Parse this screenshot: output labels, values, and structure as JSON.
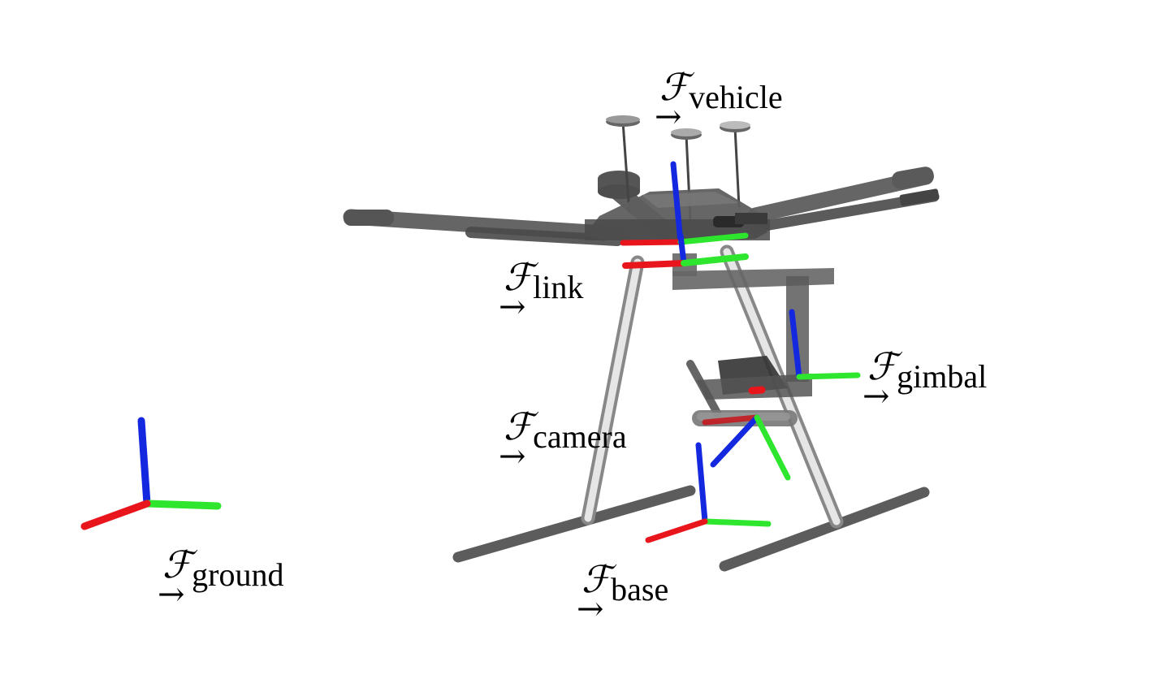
{
  "frames": {
    "symbol": "ℱ",
    "arrow": "→",
    "vehicle": "vehicle",
    "link": "link",
    "gimbal": "gimbal",
    "camera": "camera",
    "base": "base",
    "ground": "ground"
  },
  "colors": {
    "x_axis": "#e8161c",
    "y_axis": "#2ee62e",
    "z_axis": "#1428e0",
    "body_dark": "#4a4a4a",
    "body_mid": "#5e5e5e",
    "leg_light": "#c8c8c8"
  }
}
